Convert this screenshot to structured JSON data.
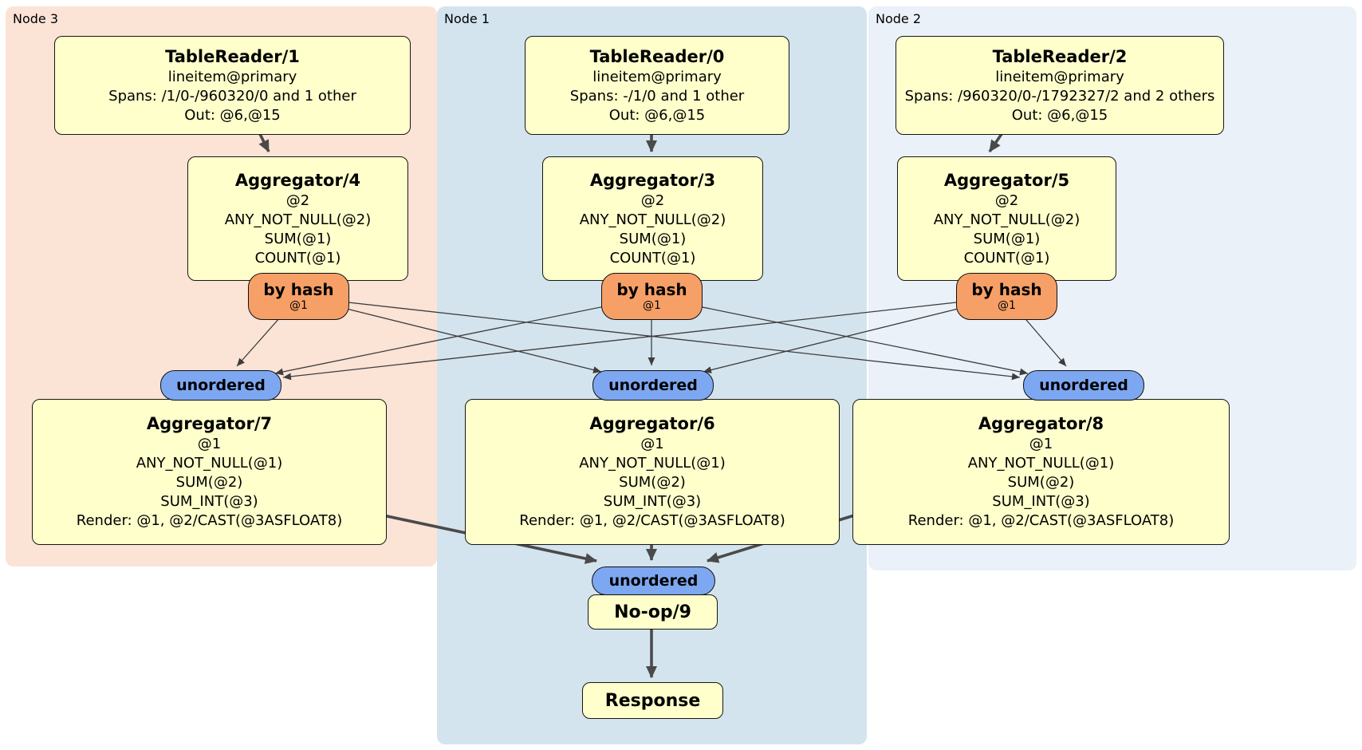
{
  "groups": {
    "node3": {
      "label": "Node 3"
    },
    "node1": {
      "label": "Node 1"
    },
    "node2": {
      "label": "Node 2"
    }
  },
  "labels": {
    "by_hash": "by hash",
    "hash_key": "@1",
    "unordered": "unordered"
  },
  "processors": {
    "tr1": {
      "title": "TableReader/1",
      "lines": [
        "lineitem@primary",
        "Spans: /1/0-/960320/0 and 1 other",
        "Out: @6,@15"
      ]
    },
    "tr0": {
      "title": "TableReader/0",
      "lines": [
        "lineitem@primary",
        "Spans: -/1/0 and 1 other",
        "Out: @6,@15"
      ]
    },
    "tr2": {
      "title": "TableReader/2",
      "lines": [
        "lineitem@primary",
        "Spans: /960320/0-/1792327/2 and 2 others",
        "Out: @6,@15"
      ]
    },
    "agg4": {
      "title": "Aggregator/4",
      "lines": [
        "@2",
        "ANY_NOT_NULL(@2)",
        "SUM(@1)",
        "COUNT(@1)"
      ]
    },
    "agg3": {
      "title": "Aggregator/3",
      "lines": [
        "@2",
        "ANY_NOT_NULL(@2)",
        "SUM(@1)",
        "COUNT(@1)"
      ]
    },
    "agg5": {
      "title": "Aggregator/5",
      "lines": [
        "@2",
        "ANY_NOT_NULL(@2)",
        "SUM(@1)",
        "COUNT(@1)"
      ]
    },
    "agg7": {
      "title": "Aggregator/7",
      "lines": [
        "@1",
        "ANY_NOT_NULL(@1)",
        "SUM(@2)",
        "SUM_INT(@3)",
        "Render: @1, @2/CAST(@3ASFLOAT8)"
      ]
    },
    "agg6": {
      "title": "Aggregator/6",
      "lines": [
        "@1",
        "ANY_NOT_NULL(@1)",
        "SUM(@2)",
        "SUM_INT(@3)",
        "Render: @1, @2/CAST(@3ASFLOAT8)"
      ]
    },
    "agg8": {
      "title": "Aggregator/8",
      "lines": [
        "@1",
        "ANY_NOT_NULL(@1)",
        "SUM(@2)",
        "SUM_INT(@3)",
        "Render: @1, @2/CAST(@3ASFLOAT8)"
      ]
    },
    "noop9": {
      "title": "No-op/9"
    },
    "response": {
      "title": "Response"
    }
  },
  "edges": [
    {
      "from": "tablereader-1",
      "to": "aggregator-4"
    },
    {
      "from": "tablereader-0",
      "to": "aggregator-3"
    },
    {
      "from": "tablereader-2",
      "to": "aggregator-5"
    },
    {
      "from": "router-by-hash-node3",
      "to": "unordered-node3"
    },
    {
      "from": "router-by-hash-node3",
      "to": "unordered-node1"
    },
    {
      "from": "router-by-hash-node3",
      "to": "unordered-node2"
    },
    {
      "from": "router-by-hash-node1",
      "to": "unordered-node3"
    },
    {
      "from": "router-by-hash-node1",
      "to": "unordered-node1"
    },
    {
      "from": "router-by-hash-node1",
      "to": "unordered-node2"
    },
    {
      "from": "router-by-hash-node2",
      "to": "unordered-node3"
    },
    {
      "from": "router-by-hash-node2",
      "to": "unordered-node1"
    },
    {
      "from": "router-by-hash-node2",
      "to": "unordered-node2"
    },
    {
      "from": "aggregator-7",
      "to": "unordered-final"
    },
    {
      "from": "aggregator-6",
      "to": "unordered-final"
    },
    {
      "from": "aggregator-8",
      "to": "unordered-final"
    },
    {
      "from": "no-op-9",
      "to": "response"
    }
  ],
  "colors": {
    "band_node3": "#fbe3d6",
    "band_node1": "#d4e4ee",
    "band_node2": "#ebf1f9",
    "box_fill": "#ffffcc",
    "box_border": "#161616",
    "router_fill": "#f6a067",
    "sync_fill": "#7da7f1",
    "edge": "#454545",
    "text": "#000000"
  }
}
